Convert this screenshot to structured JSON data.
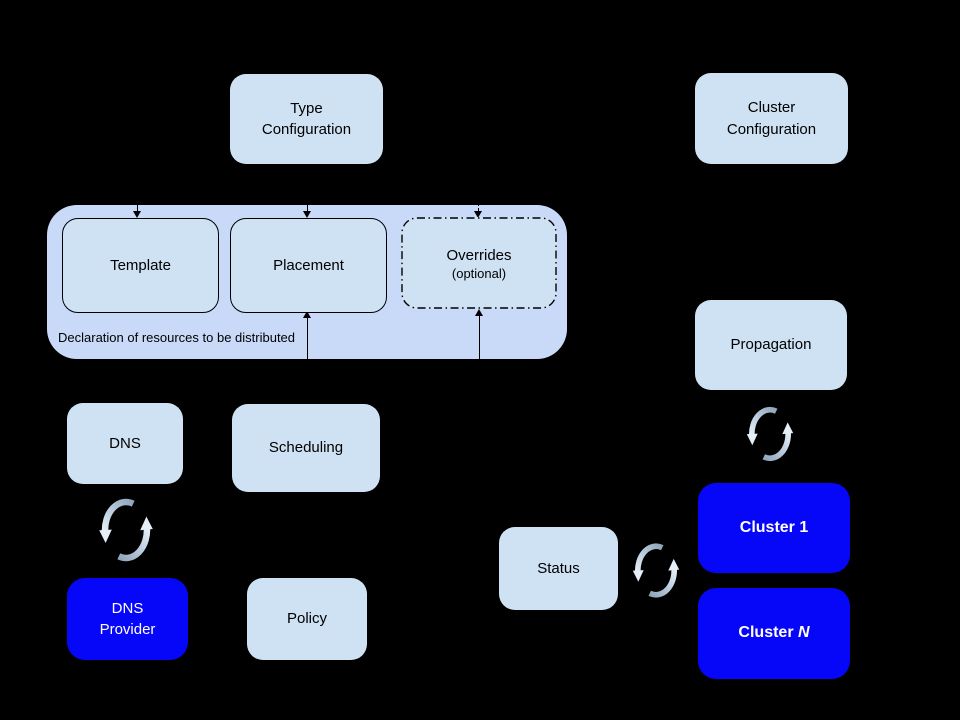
{
  "diagram": {
    "colors": {
      "background": "#000000",
      "container_fill": "#c9daf8",
      "box_fill": "#cfe2f3",
      "cluster_fill": "#0606f9",
      "text_dark": "#000000",
      "text_light": "#ffffff",
      "connector": "#000000",
      "sync_dark": "#8fa5ba",
      "sync_mid": "#bccedf",
      "sync_light": "#e6eef7"
    },
    "groups": {
      "declaration": {
        "caption": "Declaration of resources to be distributed"
      }
    },
    "nodes": {
      "type_configuration": {
        "label": "Type\nConfiguration"
      },
      "cluster_configuration": {
        "label": "Cluster\nConfiguration"
      },
      "template": {
        "label": "Template"
      },
      "placement": {
        "label": "Placement"
      },
      "overrides": {
        "label": "Overrides",
        "sublabel": "(optional)"
      },
      "dns": {
        "label": "DNS"
      },
      "scheduling": {
        "label": "Scheduling"
      },
      "propagation": {
        "label": "Propagation"
      },
      "dns_provider": {
        "label": "DNS\nProvider"
      },
      "policy": {
        "label": "Policy"
      },
      "status": {
        "label": "Status"
      },
      "cluster_1": {
        "label": "Cluster 1"
      },
      "cluster_n": {
        "prefix": "Cluster ",
        "suffix": "N"
      }
    },
    "icons": {
      "sync": "sync-cycle-icon"
    }
  }
}
